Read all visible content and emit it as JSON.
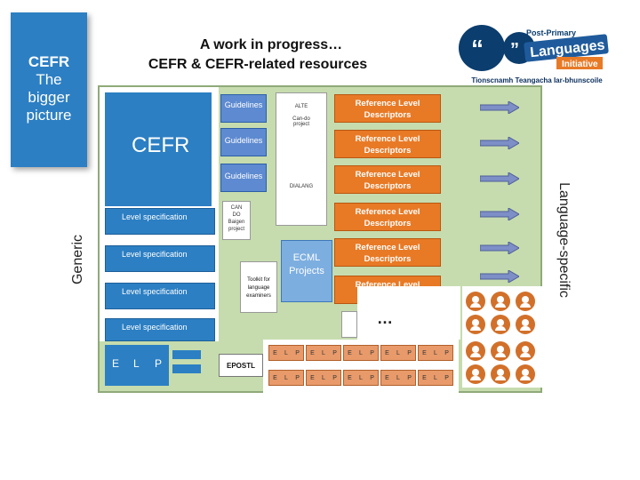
{
  "title": {
    "line1": "A work in progress…",
    "line2": "CEFR & CEFR-related resources"
  },
  "side_tab": {
    "label_bold": "CEFR",
    "label_rest": "The\nbigger\npicture"
  },
  "logo": {
    "top_text": "Post-Primary",
    "main_text": "Languages",
    "sub_text": "Initiative",
    "caption": "Tionscnamh Teangacha Iar-bhunscoile"
  },
  "axis_labels": {
    "left": "Generic",
    "right": "Language-specific"
  },
  "diagram": {
    "cefr_label": "CEFR",
    "guidelines": [
      "Guidelines",
      "Guidelines",
      "Guidelines"
    ],
    "alte_label": "ALTE",
    "cando_project_label": "Can-do\nproject",
    "dialang_label": "DIALANG",
    "cando_badge": "CAN\nDO\nBaigen\nproject",
    "level_specs": [
      "Level specification",
      "Level specification",
      "Level specification",
      "Level specification"
    ],
    "reference_descriptors": [
      "Reference Level Descriptors",
      "Reference Level Descriptors",
      "Reference Level Descriptors",
      "Reference Level Descriptors",
      "Reference Level Descriptors",
      "Reference Level Descriptors"
    ],
    "toolkit_label": "Toolkit for language examiners",
    "ecml_label": "ECML Projects",
    "ellipsis": "…",
    "elp_letters": [
      "E",
      "L",
      "P"
    ],
    "epostl_label": "EPOSTL",
    "elp_cell_letters": [
      "E",
      "L",
      "P"
    ]
  },
  "colors": {
    "blue": "#2c7fc3",
    "orange": "#e87a26",
    "green_bg": "#c6dcae",
    "arrow": "#7d8fc6"
  }
}
